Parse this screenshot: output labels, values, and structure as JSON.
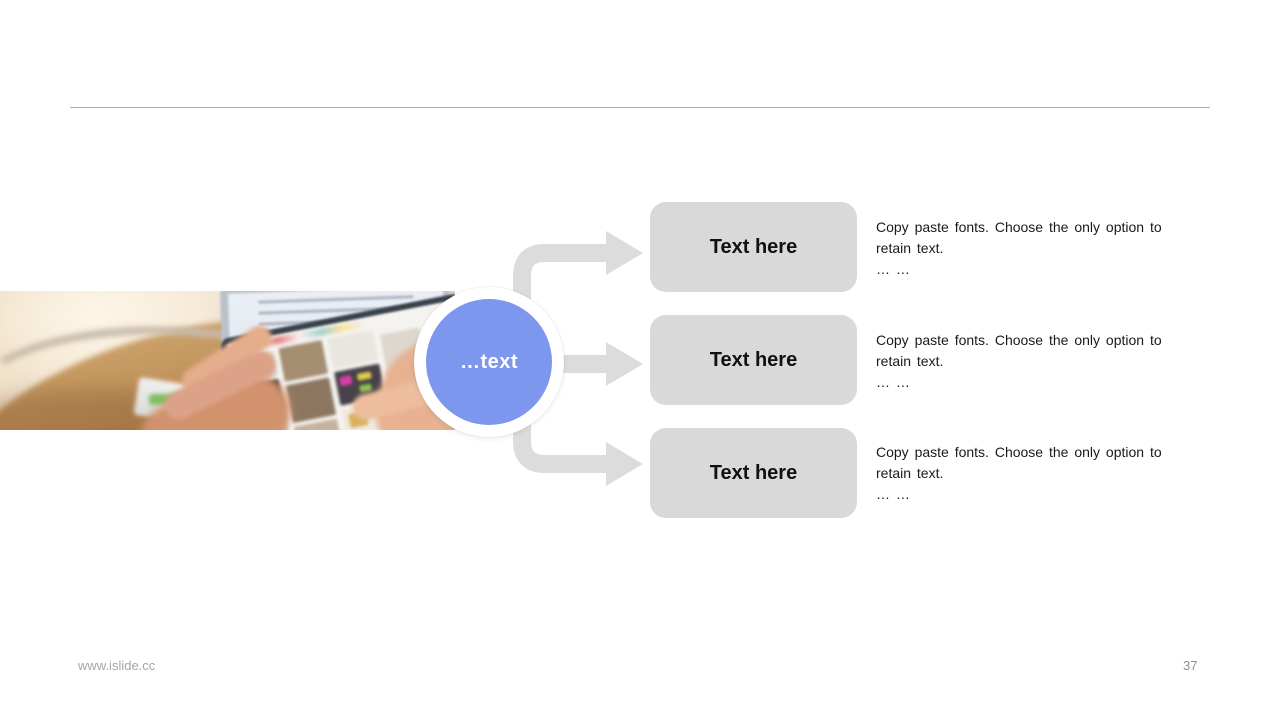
{
  "hub": {
    "label": "…text"
  },
  "items": [
    {
      "title": "Text here",
      "desc_lines": [
        "Copy paste fonts. Choose the only option to",
        "retain text.",
        "… …"
      ]
    },
    {
      "title": "Text here",
      "desc_lines": [
        "Copy paste fonts. Choose the only option to",
        "retain text.",
        "… …"
      ]
    },
    {
      "title": "Text here",
      "desc_lines": [
        "Copy paste fonts. Choose the only option to",
        "retain text.",
        "… …"
      ]
    }
  ],
  "photo": {
    "description": "blurred photo of hands browsing a shopping grid on a tablet at a wooden desk with a laptop"
  },
  "footer": {
    "url": "www.islide.cc",
    "page_number": "37"
  },
  "colors": {
    "accent_blue": "#7d96ee",
    "shape_gray": "#d9d9d9",
    "arrow_gray": "#dcdcdc",
    "divider_gray": "#adadad"
  }
}
